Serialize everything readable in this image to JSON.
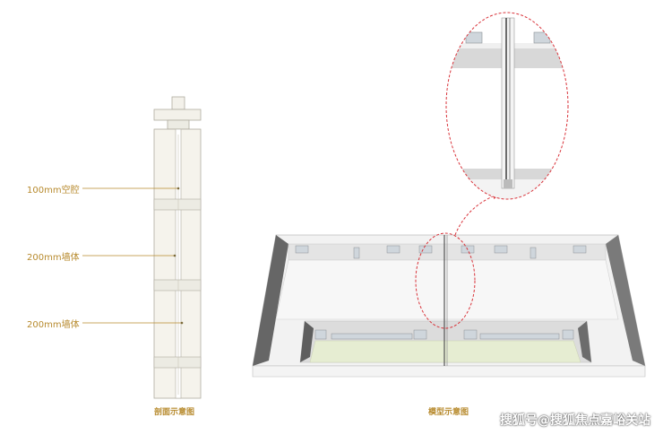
{
  "annotations": [
    {
      "id": "cavity",
      "text": "100mm空腔"
    },
    {
      "id": "wall1",
      "text": "200mm墙体"
    },
    {
      "id": "wall2",
      "text": "200mm墙体"
    }
  ],
  "captions": {
    "section": "剖面示意图",
    "model": "模型示意图"
  },
  "watermark": "搜狐号@搜狐焦点嘉峪关站",
  "colors": {
    "accent": "#b78a2d",
    "callout": "#d9343b",
    "wall_dark": "#6f6f6f",
    "wall_light": "#e9e9e9",
    "floor": "#e6edd2"
  }
}
